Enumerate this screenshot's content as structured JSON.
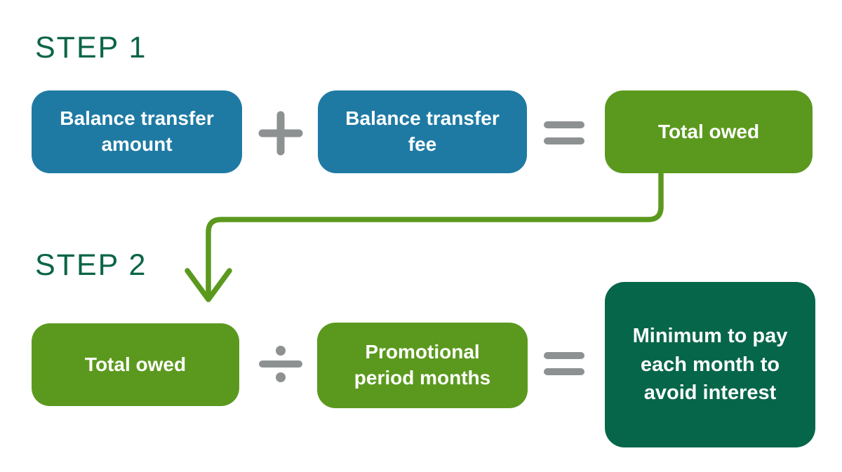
{
  "colors": {
    "blue": "#1e7aa3",
    "green": "#5b991e",
    "dark_green": "#066649",
    "step_label": "#0b6448",
    "operator_gray": "#8e9192",
    "arrow_green": "#5b991e",
    "text_white": "#ffffff",
    "background": "#ffffff"
  },
  "step1": {
    "label": "STEP 1",
    "operand1_lines": [
      "Balance transfer",
      "amount"
    ],
    "operator_icon": "plus-icon",
    "operand2_lines": [
      "Balance transfer",
      "fee"
    ],
    "equals_icon": "equals-icon",
    "result_lines": [
      "Total owed"
    ]
  },
  "step2": {
    "label": "STEP 2",
    "operand1_lines": [
      "Total owed"
    ],
    "operator_icon": "divide-icon",
    "operand2_lines": [
      "Promotional",
      "period months"
    ],
    "equals_icon": "equals-icon",
    "result_lines": [
      "Minimum to pay",
      "each month to",
      "avoid interest"
    ]
  },
  "connector": {
    "from": "step1 Total owed",
    "to": "step2 Total owed",
    "shape": "down-left-down-arrow"
  }
}
